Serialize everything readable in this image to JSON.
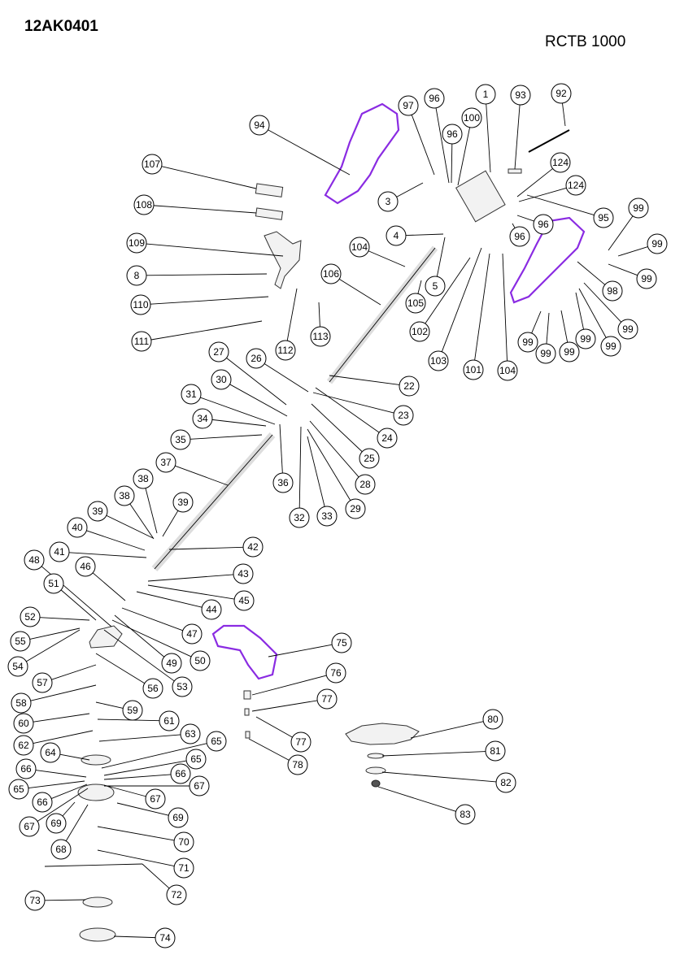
{
  "header": {
    "code": "12AK0401",
    "model": "RCTB 1000"
  },
  "colors": {
    "housing": "#8a2be2",
    "line": "#000000"
  },
  "callouts": [
    "1",
    "3",
    "4",
    "5",
    "8",
    "22",
    "23",
    "24",
    "25",
    "26",
    "27",
    "28",
    "29",
    "30",
    "31",
    "32",
    "33",
    "34",
    "35",
    "36",
    "37",
    "38",
    "38",
    "39",
    "39",
    "40",
    "41",
    "42",
    "43",
    "44",
    "45",
    "46",
    "47",
    "48",
    "49",
    "50",
    "51",
    "52",
    "53",
    "54",
    "55",
    "56",
    "57",
    "58",
    "59",
    "60",
    "61",
    "62",
    "63",
    "64",
    "65",
    "65",
    "65",
    "66",
    "66",
    "66",
    "67",
    "67",
    "67",
    "68",
    "69",
    "69",
    "70",
    "71",
    "72",
    "73",
    "74",
    "75",
    "76",
    "77",
    "77",
    "78",
    "80",
    "81",
    "82",
    "83",
    "92",
    "93",
    "94",
    "95",
    "96",
    "96",
    "96",
    "96",
    "97",
    "98",
    "99",
    "99",
    "99",
    "99",
    "99",
    "99",
    "99",
    "99",
    "99",
    "100",
    "101",
    "102",
    "103",
    "104",
    "104",
    "105",
    "106",
    "107",
    "108",
    "109",
    "110",
    "111",
    "112",
    "113",
    "124",
    "124"
  ]
}
